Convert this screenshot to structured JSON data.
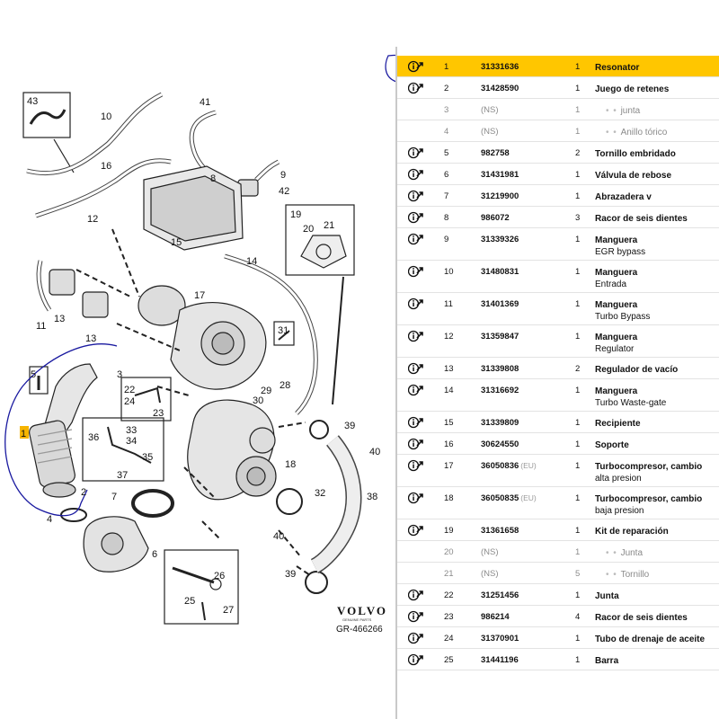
{
  "diagram": {
    "labels": [
      "43",
      "10",
      "16",
      "41",
      "8",
      "9",
      "42",
      "12",
      "15",
      "19",
      "21",
      "20",
      "14",
      "11",
      "13",
      "17",
      "31",
      "5",
      "1",
      "3",
      "22",
      "24",
      "23",
      "36",
      "33",
      "34",
      "35",
      "37",
      "2",
      "29",
      "28",
      "30",
      "39",
      "40",
      "18",
      "32",
      "38",
      "4",
      "7",
      "6",
      "26",
      "25",
      "27",
      "40",
      "39",
      "13"
    ],
    "brand": "VOLVO",
    "brand_sub": "GENUINE PARTS",
    "figure_ref": "GR-466266",
    "annotation_color": "#1a1aa0",
    "highlight_color": "#ffc600"
  },
  "parts_table": {
    "rows": [
      {
        "num": "1",
        "part": "31331636",
        "tag": "",
        "qty": "1",
        "desc": "Resonator",
        "desc2": "",
        "highlight": true,
        "sub": false,
        "icon": "info-arrow-icon"
      },
      {
        "num": "2",
        "part": "31428590",
        "tag": "",
        "qty": "1",
        "desc": "Juego de retenes",
        "desc2": "",
        "highlight": false,
        "sub": false,
        "icon": "info-arrow-icon"
      },
      {
        "num": "3",
        "part": "(NS)",
        "tag": "",
        "qty": "1",
        "desc": "junta",
        "desc2": "",
        "highlight": false,
        "sub": true,
        "icon": ""
      },
      {
        "num": "4",
        "part": "(NS)",
        "tag": "",
        "qty": "1",
        "desc": "Anillo tórico",
        "desc2": "",
        "highlight": false,
        "sub": true,
        "icon": ""
      },
      {
        "num": "5",
        "part": "982758",
        "tag": "",
        "qty": "2",
        "desc": "Tornillo embridado",
        "desc2": "",
        "highlight": false,
        "sub": false,
        "icon": "info-arrow-icon"
      },
      {
        "num": "6",
        "part": "31431981",
        "tag": "",
        "qty": "1",
        "desc": "Válvula de rebose",
        "desc2": "",
        "highlight": false,
        "sub": false,
        "icon": "info-arrow-icon"
      },
      {
        "num": "7",
        "part": "31219900",
        "tag": "",
        "qty": "1",
        "desc": "Abrazadera v",
        "desc2": "",
        "highlight": false,
        "sub": false,
        "icon": "info-arrow-icon"
      },
      {
        "num": "8",
        "part": "986072",
        "tag": "",
        "qty": "3",
        "desc": "Racor de seis dientes",
        "desc2": "",
        "highlight": false,
        "sub": false,
        "icon": "info-arrow-icon"
      },
      {
        "num": "9",
        "part": "31339326",
        "tag": "",
        "qty": "1",
        "desc": "Manguera",
        "desc2": "EGR bypass",
        "highlight": false,
        "sub": false,
        "icon": "info-arrow-icon"
      },
      {
        "num": "10",
        "part": "31480831",
        "tag": "",
        "qty": "1",
        "desc": "Manguera",
        "desc2": "Entrada",
        "highlight": false,
        "sub": false,
        "icon": "info-arrow-icon"
      },
      {
        "num": "11",
        "part": "31401369",
        "tag": "",
        "qty": "1",
        "desc": "Manguera",
        "desc2": "Turbo Bypass",
        "highlight": false,
        "sub": false,
        "icon": "info-arrow-icon"
      },
      {
        "num": "12",
        "part": "31359847",
        "tag": "",
        "qty": "1",
        "desc": "Manguera",
        "desc2": "Regulator",
        "highlight": false,
        "sub": false,
        "icon": "info-arrow-icon"
      },
      {
        "num": "13",
        "part": "31339808",
        "tag": "",
        "qty": "2",
        "desc": "Regulador de vacío",
        "desc2": "",
        "highlight": false,
        "sub": false,
        "icon": "info-arrow-icon"
      },
      {
        "num": "14",
        "part": "31316692",
        "tag": "",
        "qty": "1",
        "desc": "Manguera",
        "desc2": "Turbo Waste-gate",
        "highlight": false,
        "sub": false,
        "icon": "info-arrow-icon"
      },
      {
        "num": "15",
        "part": "31339809",
        "tag": "",
        "qty": "1",
        "desc": "Recipiente",
        "desc2": "",
        "highlight": false,
        "sub": false,
        "icon": "info-arrow-icon"
      },
      {
        "num": "16",
        "part": "30624550",
        "tag": "",
        "qty": "1",
        "desc": "Soporte",
        "desc2": "",
        "highlight": false,
        "sub": false,
        "icon": "info-arrow-icon"
      },
      {
        "num": "17",
        "part": "36050836",
        "tag": "(EU)",
        "qty": "1",
        "desc": "Turbocompresor, cambio",
        "desc2": "alta presion",
        "highlight": false,
        "sub": false,
        "icon": "info-arrow-icon"
      },
      {
        "num": "18",
        "part": "36050835",
        "tag": "(EU)",
        "qty": "1",
        "desc": "Turbocompresor, cambio",
        "desc2": "baja presion",
        "highlight": false,
        "sub": false,
        "icon": "info-arrow-icon"
      },
      {
        "num": "19",
        "part": "31361658",
        "tag": "",
        "qty": "1",
        "desc": "Kit de reparación",
        "desc2": "",
        "highlight": false,
        "sub": false,
        "icon": "info-arrow-icon"
      },
      {
        "num": "20",
        "part": "(NS)",
        "tag": "",
        "qty": "1",
        "desc": "Junta",
        "desc2": "",
        "highlight": false,
        "sub": true,
        "icon": ""
      },
      {
        "num": "21",
        "part": "(NS)",
        "tag": "",
        "qty": "5",
        "desc": "Tornillo",
        "desc2": "",
        "highlight": false,
        "sub": true,
        "icon": ""
      },
      {
        "num": "22",
        "part": "31251456",
        "tag": "",
        "qty": "1",
        "desc": "Junta",
        "desc2": "",
        "highlight": false,
        "sub": false,
        "icon": "info-arrow-icon"
      },
      {
        "num": "23",
        "part": "986214",
        "tag": "",
        "qty": "4",
        "desc": "Racor de seis dientes",
        "desc2": "",
        "highlight": false,
        "sub": false,
        "icon": "info-arrow-icon"
      },
      {
        "num": "24",
        "part": "31370901",
        "tag": "",
        "qty": "1",
        "desc": "Tubo de drenaje de aceite",
        "desc2": "",
        "highlight": false,
        "sub": false,
        "icon": "info-arrow-icon"
      },
      {
        "num": "25",
        "part": "31441196",
        "tag": "",
        "qty": "1",
        "desc": "Barra",
        "desc2": "",
        "highlight": false,
        "sub": false,
        "icon": "info-arrow-icon"
      }
    ]
  }
}
